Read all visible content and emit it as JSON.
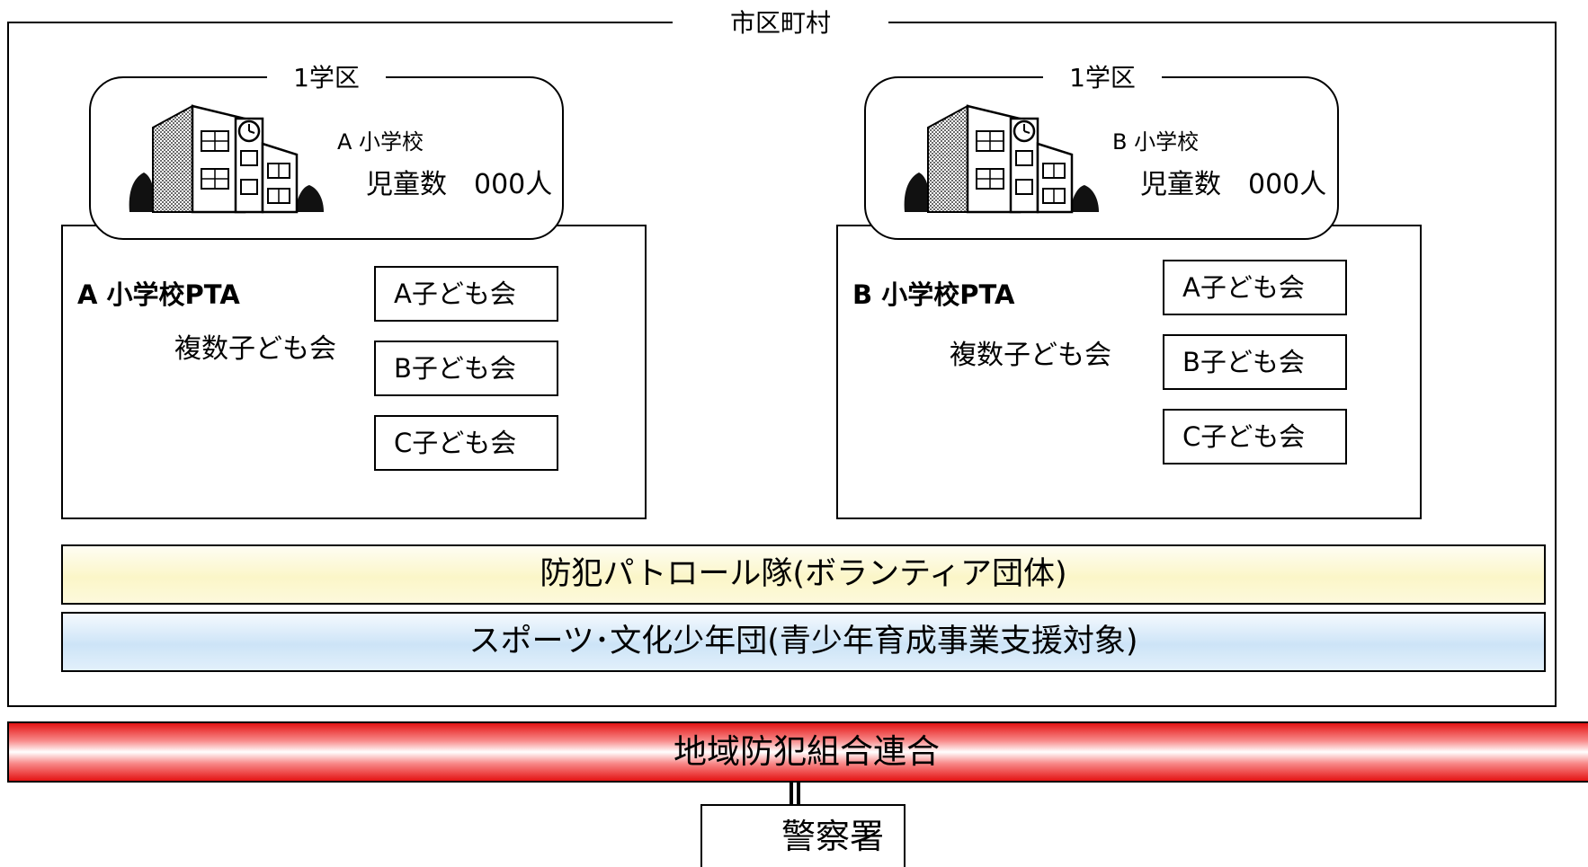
{
  "municipality": {
    "title": "市区町村"
  },
  "districts": [
    {
      "district_label": "1学区",
      "school_name": "A 小学校",
      "pupil_count": "児童数　000人",
      "icon": "school-building-icon",
      "pta_name": "A 小学校PTA",
      "pta_sub": "複数子ども会",
      "kodomo_kai": [
        "A子ども会",
        "B子ども会",
        "C子ども会"
      ]
    },
    {
      "district_label": "1学区",
      "school_name": "B 小学校",
      "pupil_count": "児童数　000人",
      "icon": "school-building-icon",
      "pta_name": "B 小学校PTA",
      "pta_sub": "複数子ども会",
      "kodomo_kai": [
        "A子ども会",
        "B子ども会",
        "C子ども会"
      ]
    }
  ],
  "bars": {
    "patrol": "防犯パトロール隊(ボランティア団体)",
    "youth": "スポーツ･文化少年団(青少年育成事業支援対象)"
  },
  "federation": "地域防犯組合連合",
  "police": "警察署",
  "colors": {
    "patrol_bar": "#fbf6c8",
    "youth_bar": "#cde4f7",
    "federation_band": "#e41414"
  }
}
